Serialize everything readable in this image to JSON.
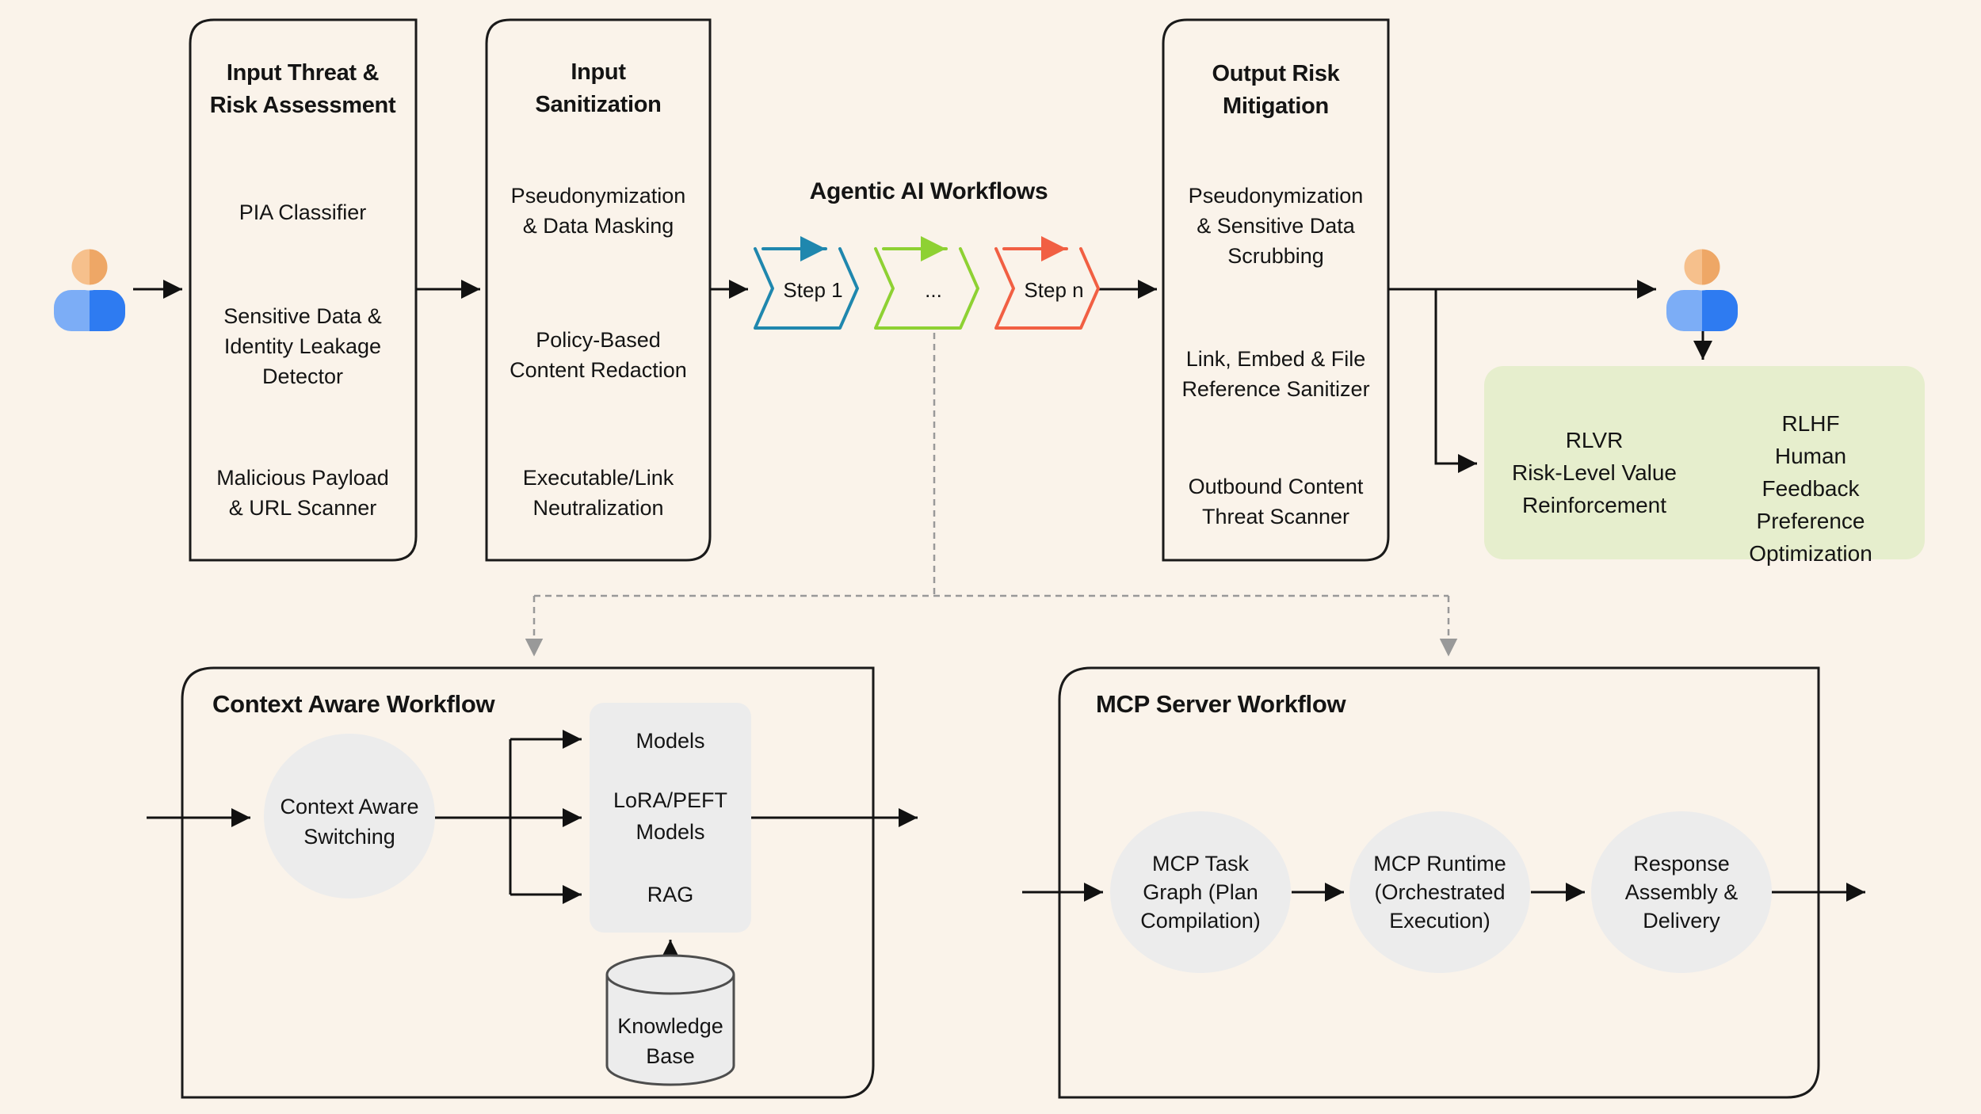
{
  "palette": {
    "background": "#faf3ea",
    "box_border": "#1a1a1a",
    "arrow_color": "#111111",
    "dashed_line": "#999999",
    "node_fill": "#ececec",
    "feedback_bg": "#e6eecd",
    "step_blue": "#1f87ae",
    "step_green": "#8ed133",
    "step_orange": "#f15f43",
    "person_head_light": "#f6c08c",
    "person_head_dark": "#eea766",
    "person_body_light": "#7cadf6",
    "person_body_dark": "#2e7bf1"
  },
  "top_flow": {
    "agentic_title": "Agentic AI Workflows",
    "boxes": [
      {
        "title": "Input Threat &\nRisk Assessment",
        "items": [
          "PIA Classifier",
          "Sensitive Data &\nIdentity Leakage\nDetector",
          "Malicious Payload\n& URL Scanner"
        ]
      },
      {
        "title": "Input\nSanitization",
        "items": [
          "Pseudonymization\n& Data Masking",
          "Policy-Based\nContent Redaction",
          "Executable/Link\nNeutralization"
        ]
      },
      {
        "title": "Output Risk\nMitigation",
        "items": [
          "Pseudonymization\n& Sensitive Data\nScrubbing",
          "Link, Embed & File\nReference Sanitizer",
          "Outbound Content\nThreat Scanner"
        ]
      }
    ],
    "steps": [
      {
        "label": "Step 1",
        "color": "#1f87ae"
      },
      {
        "label": "...",
        "color": "#8ed133"
      },
      {
        "label": "Step n",
        "color": "#f15f43"
      }
    ]
  },
  "feedback_box": {
    "rlvr": "RLVR\nRisk-Level Value\nReinforcement",
    "rlhf": "RLHF\nHuman Feedback\nPreference\nOptimization"
  },
  "context_workflow": {
    "title": "Context Aware Workflow",
    "switch_node": "Context Aware\nSwitching",
    "panel_items": [
      "Models",
      "LoRA/PEFT\nModels",
      "RAG"
    ],
    "knowledge_base": "Knowledge\nBase"
  },
  "mcp_workflow": {
    "title": "MCP Server Workflow",
    "stages": [
      "MCP Task\nGraph (Plan\nCompilation)",
      "MCP Runtime\n(Orchestrated\nExecution)",
      "Response\nAssembly &\nDelivery"
    ]
  }
}
